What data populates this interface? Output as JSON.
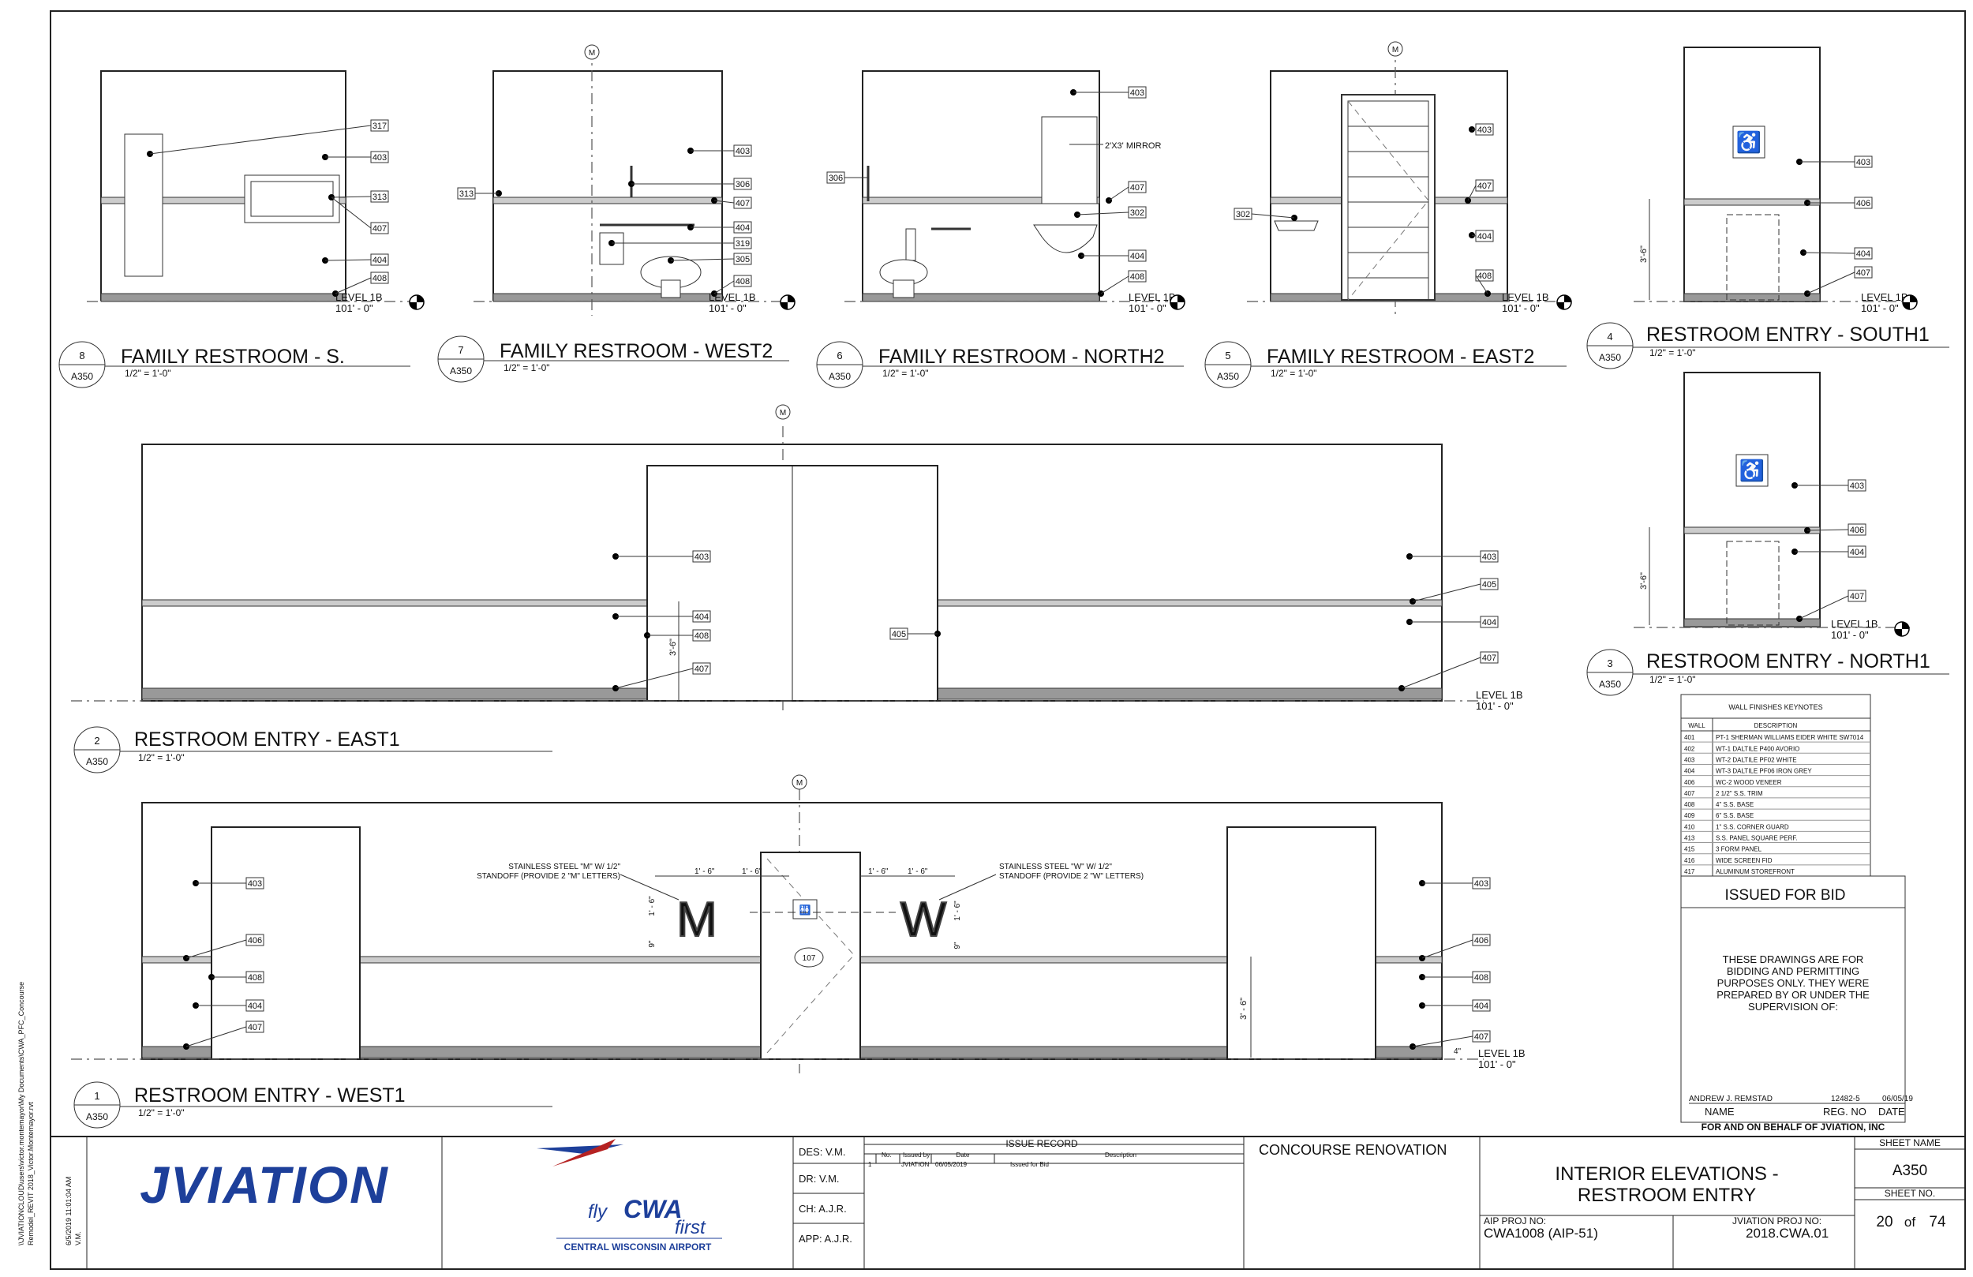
{
  "views": [
    {
      "number": "8",
      "sheet": "A350",
      "title": "FAMILY RESTROOM - S.",
      "scale": "1/2\" = 1'-0\""
    },
    {
      "number": "7",
      "sheet": "A350",
      "title": "FAMILY RESTROOM - WEST2",
      "scale": "1/2\" = 1'-0\""
    },
    {
      "number": "6",
      "sheet": "A350",
      "title": "FAMILY RESTROOM - NORTH2",
      "scale": "1/2\" = 1'-0\""
    },
    {
      "number": "5",
      "sheet": "A350",
      "title": "FAMILY RESTROOM - EAST2",
      "scale": "1/2\" = 1'-0\""
    },
    {
      "number": "4",
      "sheet": "A350",
      "title": "RESTROOM ENTRY - SOUTH1",
      "scale": "1/2\" = 1'-0\""
    },
    {
      "number": "3",
      "sheet": "A350",
      "title": "RESTROOM ENTRY - NORTH1",
      "scale": "1/2\" = 1'-0\""
    },
    {
      "number": "2",
      "sheet": "A350",
      "title": "RESTROOM ENTRY - EAST1",
      "scale": "1/2\" = 1'-0\""
    },
    {
      "number": "1",
      "sheet": "A350",
      "title": "RESTROOM ENTRY - WEST1",
      "scale": "1/2\" = 1'-0\""
    }
  ],
  "level": {
    "name": "LEVEL 1B",
    "elev": "101' - 0\""
  },
  "grid_mark": "M",
  "mirror_note": "2'X3' MIRROR",
  "dims": {
    "d36": "3'-6\"",
    "d30": "3' - 6\"",
    "d16": "1' - 6\"",
    "d1_6": "1' - 6\"",
    "d9": "9\"",
    "d4": "4\""
  },
  "sign_notes": {
    "m": [
      "STAINLESS STEEL \"M\" W/ 1/2\"",
      "STANDOFF (PROVIDE 2 \"M\" LETTERS)"
    ],
    "w": [
      "STAINLESS STEEL \"W\" W/ 1/2\"",
      "STANDOFF (PROVIDE 2 \"W\" LETTERS)"
    ]
  },
  "letters": {
    "m": "M",
    "w": "W"
  },
  "door_tag": "107",
  "keynotes": {
    "title": "WALL FINISHES KEYNOTES",
    "col_wall": "WALL",
    "col_desc": "DESCRIPTION",
    "rows": [
      [
        "401",
        "PT-1 SHERMAN WILLIAMS EIDER WHITE SW7014"
      ],
      [
        "402",
        "WT-1 DALTILE P400 AVORIO"
      ],
      [
        "403",
        "WT-2 DALTILE PF02 WHITE"
      ],
      [
        "404",
        "WT-3 DALTILE PF06 IRON GREY"
      ],
      [
        "406",
        "WC-2 WOOD VENEER"
      ],
      [
        "407",
        "2 1/2\" S.S. TRIM"
      ],
      [
        "408",
        "4\" S.S. BASE"
      ],
      [
        "409",
        "6\" S.S. BASE"
      ],
      [
        "410",
        "1\" S.S. CORNER GUARD"
      ],
      [
        "413",
        "S.S. PANEL SQUARE PERF."
      ],
      [
        "415",
        "3 FORM PANEL"
      ],
      [
        "416",
        "WIDE SCREEN FID"
      ],
      [
        "417",
        "ALUMINUM STOREFRONT"
      ]
    ]
  },
  "issued": {
    "title": "ISSUED FOR BID",
    "note": [
      "THESE DRAWINGS ARE FOR",
      "BIDDING AND PERMITTING",
      "PURPOSES ONLY.  THEY WERE",
      "PREPARED BY OR UNDER THE",
      "SUPERVISION OF:"
    ],
    "signer": "ANDREW J. REMSTAD",
    "reg": "12482-5",
    "date": "06/05/19",
    "label_name": "NAME",
    "label_reg": "REG. NO",
    "label_date": "DATE",
    "behalf": "FOR AND ON BEHALF OF JVIATION, INC"
  },
  "title_block": {
    "firm": "JVIATION",
    "client_fly": "fly",
    "client_cwa": "CWA",
    "client_first": "first",
    "client_name": "CENTRAL WISCONSIN AIRPORT",
    "des": "DES: V.M.",
    "dr": "DR:  V.M.",
    "ch": "CH:  A.J.R.",
    "app": "APP: A.J.R.",
    "issue_record": "ISSUE RECORD",
    "issue_cols": [
      "No.",
      "Issued by",
      "Date",
      "Description"
    ],
    "issue_row": [
      "1",
      "JVIATION",
      "06/05/2019",
      "Issued for Bid"
    ],
    "project": "CONCOURSE RENOVATION",
    "sheet_title_1": "INTERIOR ELEVATIONS -",
    "sheet_title_2": "RESTROOM ENTRY",
    "aip_label": "AIP PROJ NO:",
    "aip_value": "CWA1008 (AIP-51)",
    "jv_label": "JVIATION PROJ NO:",
    "jv_value": "2018.CWA.01",
    "sheet_name_label": "SHEET NAME",
    "sheet_name": "A350",
    "sheet_no_label": "SHEET NO.",
    "sheet_no": "20",
    "sheet_of": "of",
    "sheet_total": "74",
    "filepath_1": "\\\\JVIATIONCLOUD\\users\\victor.montemayor\\My Documents\\CWA_PFC_Concourse",
    "filepath_2": "Remodel_REVIT 2018_Victor.Montemayor.rvt",
    "plot_1": "6/5/2019 11:01:04 AM",
    "plot_2": "V.M."
  }
}
